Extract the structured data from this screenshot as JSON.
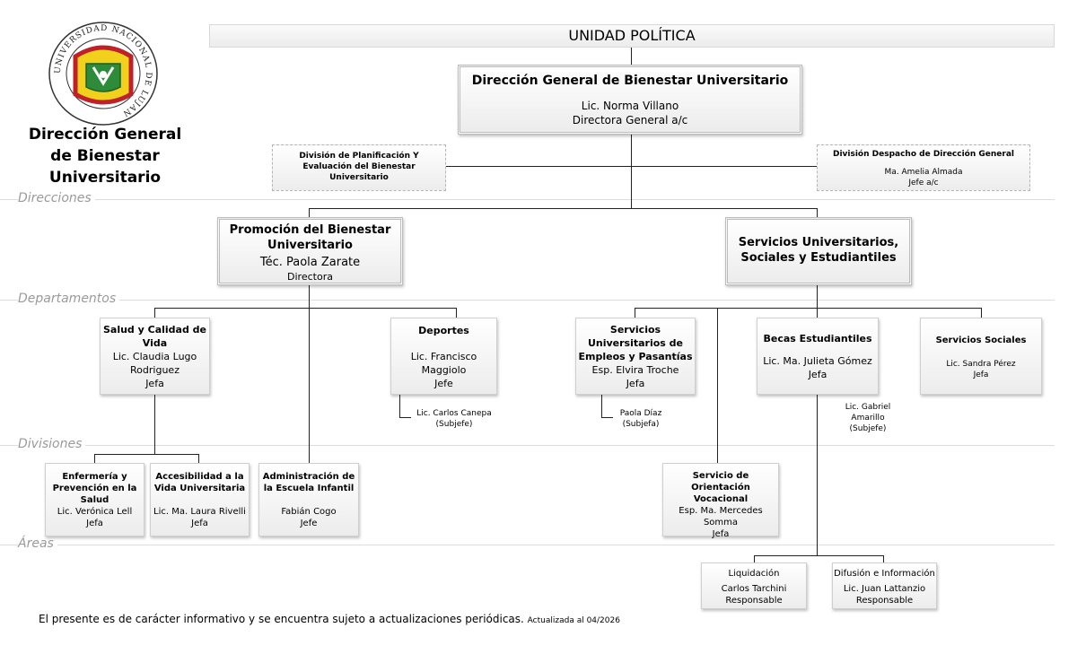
{
  "logo": {
    "ring_text": "UNIVERSIDAD NACIONAL DE LUJAN"
  },
  "page_title": [
    "Dirección General",
    "de Bienestar",
    "Universitario"
  ],
  "top_bar": "UNIDAD POLÍTICA",
  "sections": [
    "Direcciones",
    "Departamentos",
    "Divisiones",
    "Áreas"
  ],
  "general": {
    "title": "Dirección General de Bienestar Universitario",
    "name": "Lic. Norma Villano",
    "role": "Directora General a/c"
  },
  "planificacion": {
    "title": "División de Planificación Y Evaluación del Bienestar Universitario"
  },
  "despacho": {
    "title": "División Despacho de Dirección General",
    "name": "Ma. Amelia Almada",
    "role": "Jefe a/c"
  },
  "promocion": {
    "title": "Promoción del Bienestar Universitario",
    "name": "Téc. Paola Zarate",
    "role": "Directora"
  },
  "servicios": {
    "title": "Servicios Universitarios, Sociales y Estudiantiles"
  },
  "salud": {
    "title": "Salud y Calidad de Vida",
    "name": "Lic. Claudia Lugo Rodriguez",
    "role": "Jefa"
  },
  "deportes": {
    "title": "Deportes",
    "name": "Lic. Francisco Maggiolo",
    "role": "Jefe",
    "sub_name": "Lic. Carlos Canepa",
    "sub_role": "(Subjefe)"
  },
  "empleos": {
    "title": "Servicios Universitarios de Empleos y Pasantías",
    "name": "Esp. Elvira Troche",
    "role": "Jefa",
    "sub_name": "Paola Díaz",
    "sub_role": "(Subjefa)"
  },
  "becas": {
    "title": "Becas Estudiantiles",
    "name": "Lic. Ma. Julieta Gómez",
    "role": "Jefa",
    "sub_name": "Lic. Gabriel Amarillo",
    "sub_role": "(Subjefe)"
  },
  "sociales": {
    "title": "Servicios Sociales",
    "name": "Lic. Sandra Pérez",
    "role": "Jefa"
  },
  "enfermeria": {
    "title": "Enfermería y Prevención en la Salud",
    "name": "Lic. Verónica Lell",
    "role": "Jefa"
  },
  "accesibilidad": {
    "title": "Accesibilidad a la Vida Universitaria",
    "name": "Lic. Ma. Laura Rivelli",
    "role": "Jefa"
  },
  "escuela": {
    "title": "Administración de la Escuela Infantil",
    "name": "Fabián Cogo",
    "role": "Jefe"
  },
  "orientacion": {
    "title": "Servicio de Orientación Vocacional",
    "name": "Esp. Ma. Mercedes Somma",
    "role": "Jefa"
  },
  "liquidacion": {
    "title": "Liquidación",
    "name": "Carlos Tarchini",
    "role": "Responsable"
  },
  "difusion": {
    "title": "Difusión e Información",
    "name": "Lic. Juan Lattanzio",
    "role": "Responsable"
  },
  "footer": {
    "text": "El presente es de carácter informativo y se encuentra sujeto a actualizaciones periódicas.",
    "updated": "Actualizada al 04/2026"
  }
}
